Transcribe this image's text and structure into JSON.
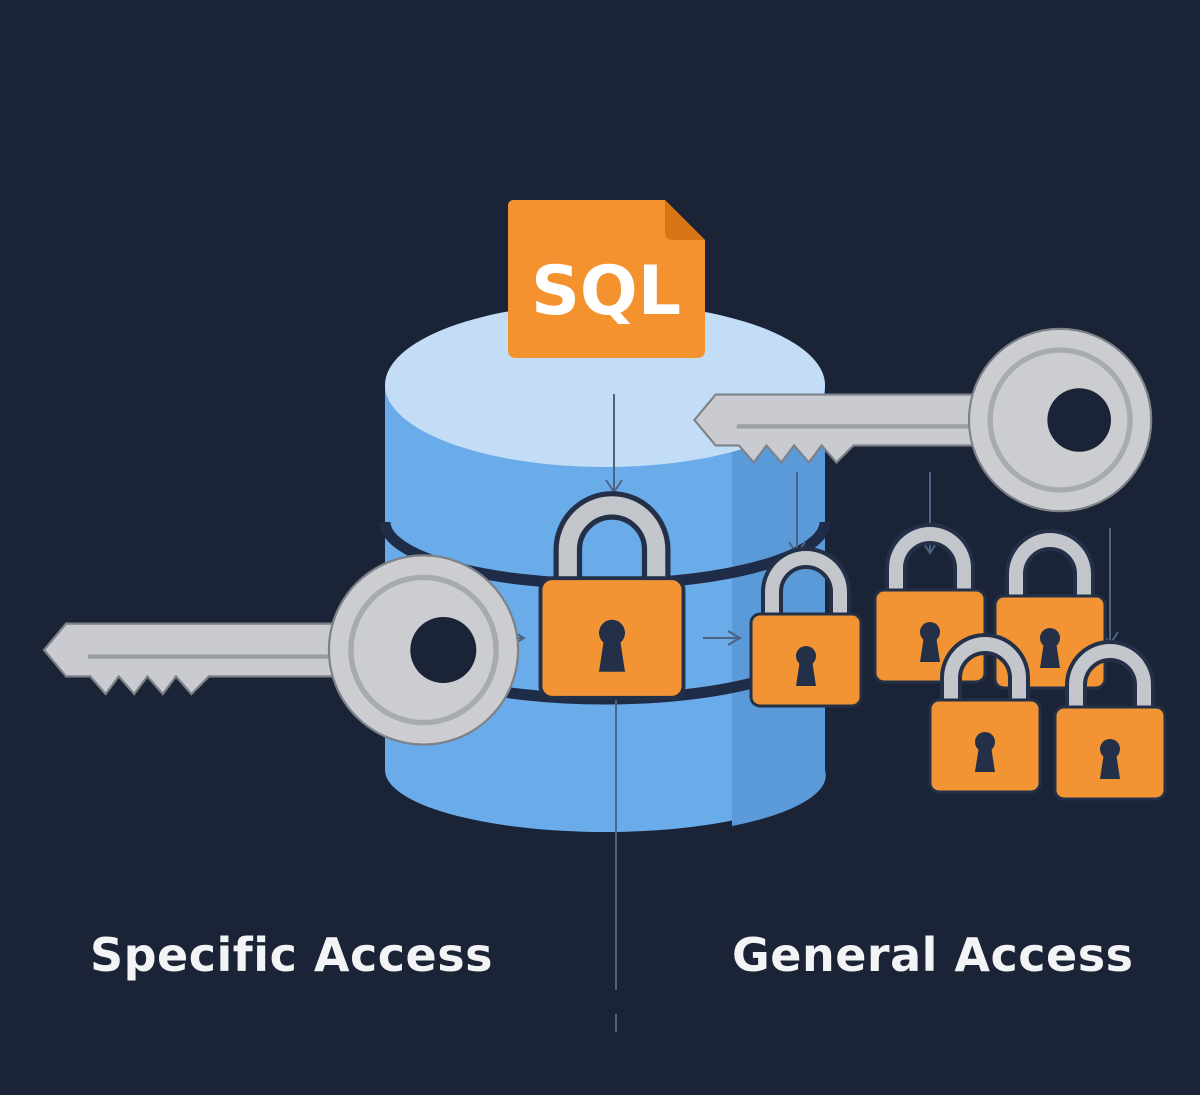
{
  "colors": {
    "background": "#1b2336",
    "database_side": "#6aabea",
    "database_top": "#c4ddf6",
    "database_band": "#1f2c47",
    "lock_body": "#f39434",
    "lock_outline": "#233047",
    "shackle": "#c3c6cb",
    "key": "#c9cbd0",
    "file": "#f4922f",
    "arrow": "#4e6383",
    "caption_text": "#f3f4f6"
  },
  "icons": {
    "database": "database-icon",
    "file": "sql-file-icon",
    "key": "key-icon",
    "lock": "padlock-icon"
  },
  "file_label": "SQL",
  "labels": {
    "left": "Specific Access",
    "right": "General Access"
  }
}
